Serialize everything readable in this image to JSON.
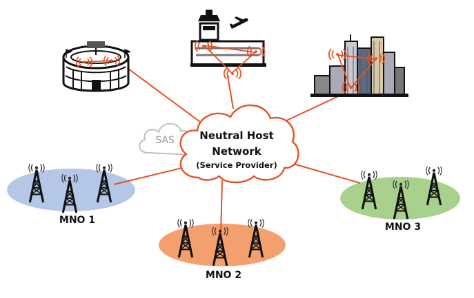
{
  "hub": {
    "title_line1": "Neutral Host",
    "title_line2": "Network",
    "subtitle": "(Service Provider)"
  },
  "sas": {
    "label": "SAS"
  },
  "operators": [
    {
      "label": "MNO 1",
      "color": "#b4c7e7"
    },
    {
      "label": "MNO 2",
      "color": "#f4a06e"
    },
    {
      "label": "MNO 3",
      "color": "#a9d18e"
    }
  ],
  "venues": [
    {
      "name": "stadium-icon"
    },
    {
      "name": "airport-icon"
    },
    {
      "name": "city-buildings-icon"
    }
  ],
  "colors": {
    "link": "#e8501e",
    "cloud_border": "#e8501e",
    "sas_cloud": "#bfbfbf",
    "signal": "#e8501e"
  }
}
